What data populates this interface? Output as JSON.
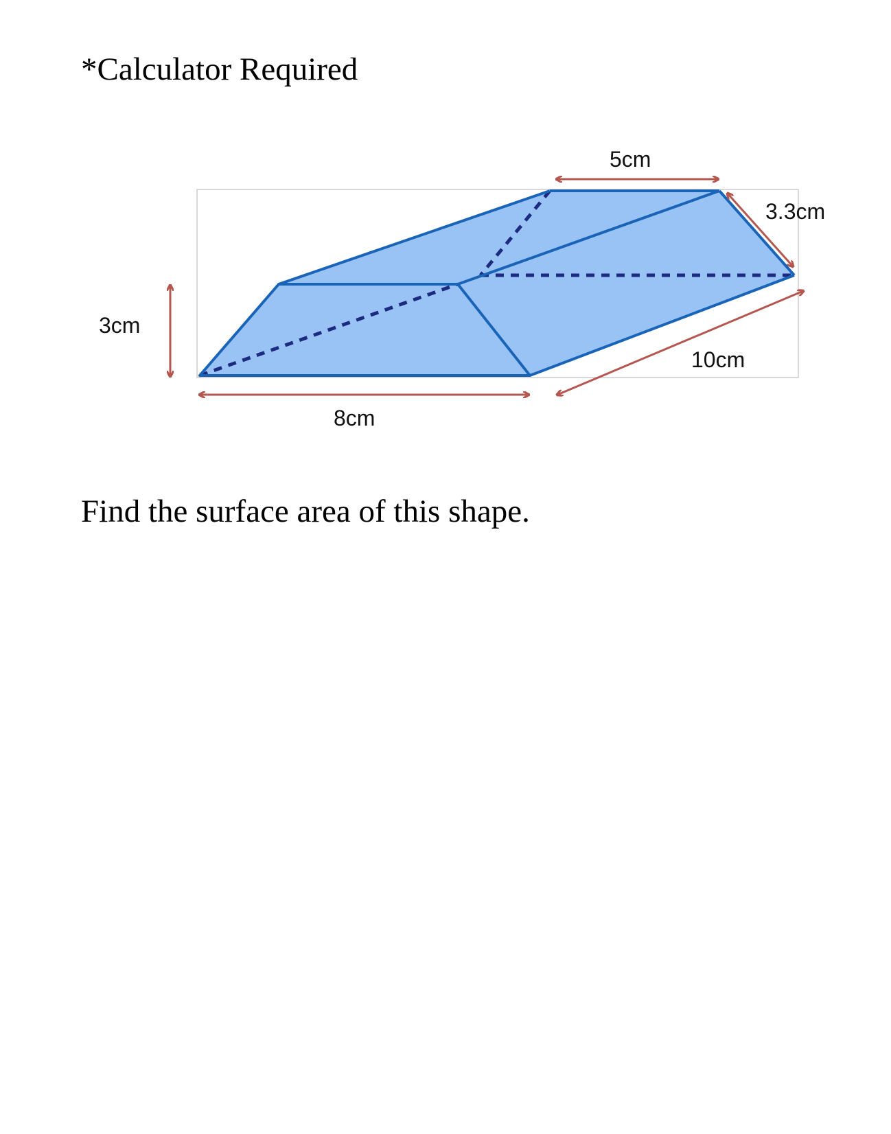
{
  "header": {
    "note": "*Calculator Required"
  },
  "diagram": {
    "dimensions": {
      "height_label": "3cm",
      "bottom_length_label": "8cm",
      "top_length_label": "5cm",
      "slant_label": "3.3cm",
      "depth_label": "10cm"
    },
    "colors": {
      "face_fill": "#99c3f5",
      "edge": "#1a64b8",
      "hidden_edge": "#1c2a80",
      "dimension_arrow": "#b5574f",
      "frame": "#cccccc"
    }
  },
  "question": {
    "text": "Find the surface area of this shape."
  }
}
